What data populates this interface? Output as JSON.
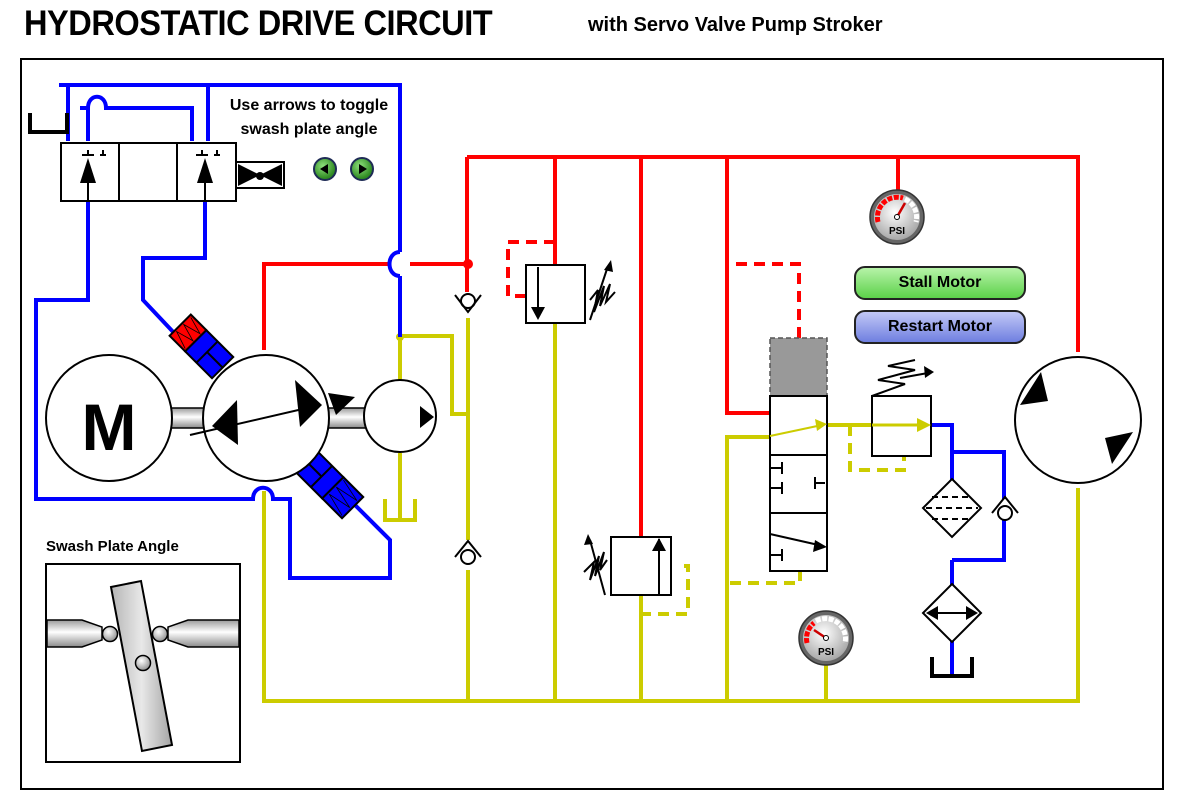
{
  "header": {
    "title": "HYDROSTATIC DRIVE CIRCUIT",
    "subtitle": "with Servo Valve Pump Stroker"
  },
  "controls": {
    "hint_line1": "Use arrows to toggle",
    "hint_line2": "swash plate angle",
    "arrow_left": "decrease-swash-angle",
    "arrow_right": "increase-swash-angle",
    "stall_label": "Stall Motor",
    "restart_label": "Restart Motor"
  },
  "components": {
    "motor_label": "M",
    "gauge_label": "PSI",
    "swash_panel_label": "Swash Plate Angle"
  },
  "colors": {
    "pressure_line": "#ff0000",
    "charge_line": "#cccc00",
    "pilot_line": "#0000ff",
    "stall_button": "#5cd14a",
    "restart_button": "#6f7fe0"
  }
}
